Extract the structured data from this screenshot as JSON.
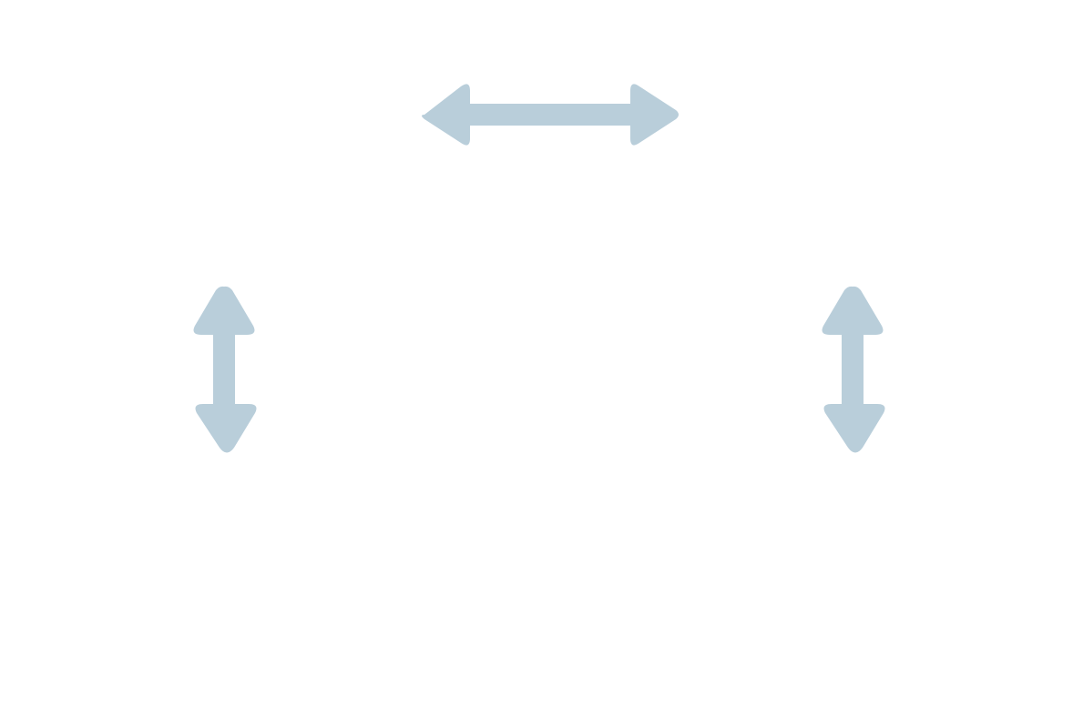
{
  "colors": {
    "background": "#ffffff",
    "arrow_fill": "#b9ceda"
  },
  "arrows": [
    {
      "icon": "horizontal-double-arrow-icon",
      "orientation": "horizontal"
    },
    {
      "icon": "vertical-double-arrow-icon",
      "orientation": "vertical"
    },
    {
      "icon": "vertical-double-arrow-icon",
      "orientation": "vertical"
    }
  ]
}
